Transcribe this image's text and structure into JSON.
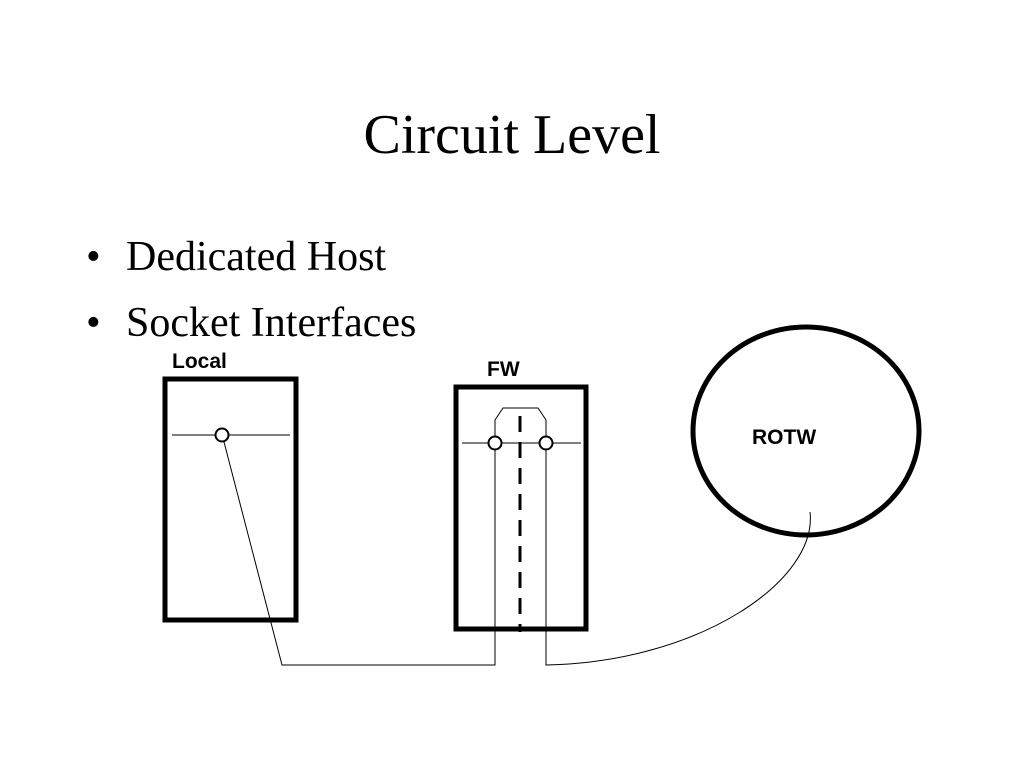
{
  "slide": {
    "title": "Circuit Level",
    "bullets": [
      {
        "marker": "•",
        "text": "Dedicated Host"
      },
      {
        "marker": "•",
        "text": "Socket Interfaces"
      }
    ]
  },
  "diagram": {
    "nodes": [
      {
        "id": "local",
        "label": "Local",
        "shape": "rectangle"
      },
      {
        "id": "fw",
        "label": "FW",
        "shape": "rectangle"
      },
      {
        "id": "rotw",
        "label": "ROTW",
        "shape": "circle"
      }
    ],
    "edges": [
      {
        "from": "local",
        "to": "fw"
      },
      {
        "from": "fw",
        "to": "rotw"
      }
    ]
  }
}
